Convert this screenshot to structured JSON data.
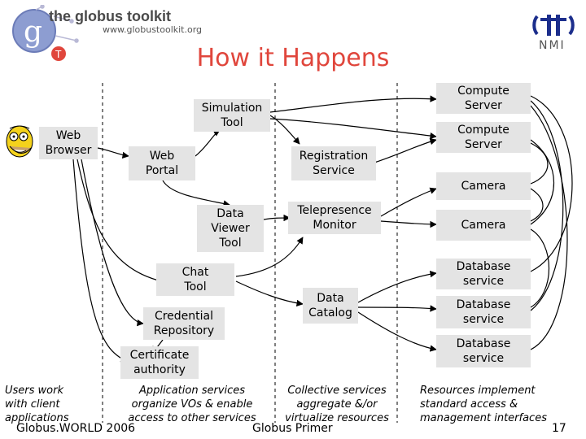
{
  "header": {
    "logo_text": "the globus toolkit",
    "logo_url": "www.globustoolkit.org",
    "nmi_text": "NMI"
  },
  "title": "How it Happens",
  "boxes": {
    "web_browser": "Web\nBrowser",
    "simulation_tool": "Simulation\nTool",
    "web_portal": "Web\nPortal",
    "registration_service": "Registration\nService",
    "data_viewer_tool": "Data\nViewer\nTool",
    "telepresence_monitor": "Telepresence\nMonitor",
    "chat_tool": "Chat\nTool",
    "credential_repository": "Credential\nRepository",
    "data_catalog": "Data\nCatalog",
    "certificate_authority": "Certificate\nauthority",
    "compute_server_1": "Compute\nServer",
    "compute_server_2": "Compute\nServer",
    "camera_1": "Camera",
    "camera_2": "Camera",
    "database_service_1": "Database\nservice",
    "database_service_2": "Database\nservice",
    "database_service_3": "Database\nservice"
  },
  "captions": {
    "users": "Users work\nwith client\napplications",
    "application_services": "Application services\norganize VOs & enable\naccess to other services",
    "collective_services": "Collective services\naggregate &/or\nvirtualize resources",
    "resources": "Resources implement\nstandard access &\nmanagement interfaces"
  },
  "footer": {
    "event": "Globus.WORLD 2006",
    "topic": "Globus Primer",
    "page": "17"
  }
}
